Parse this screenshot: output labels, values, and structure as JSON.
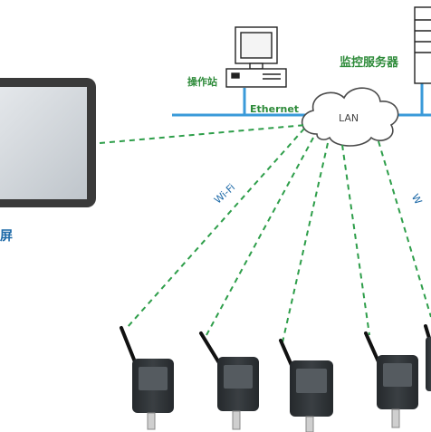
{
  "labels": {
    "workstation": "操作站",
    "server": "监控服务器",
    "ethernet": "Ethernet",
    "lan": "LAN",
    "wifi_left": "Wi-Fi",
    "wifi_right": "W",
    "screen": "屏"
  },
  "devices": {
    "count": 5,
    "type": "wireless-temperature-humidity-logger"
  },
  "colors": {
    "network_line": "#3a9ad9",
    "wireless_link": "#2e9e4a",
    "label_green": "#2e8b3a",
    "label_blue": "#1e6aa8",
    "monitor_frame": "#3a3a3a",
    "device_body": "#2f3336"
  }
}
